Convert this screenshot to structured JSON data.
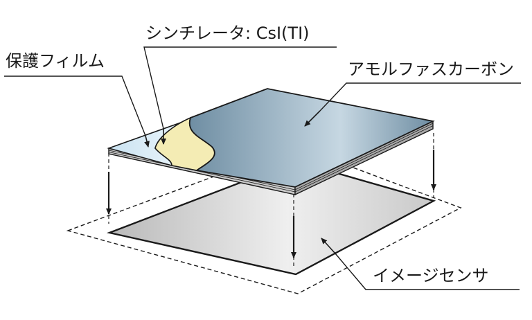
{
  "labels": {
    "scintillator": "シンチレータ: CsI(TI)",
    "protective_film": "保護フィルム",
    "amorphous_carbon": "アモルファスカーボン",
    "image_sensor": "イメージセンサ"
  },
  "colors": {
    "carbon_panel": "#7d9cb0",
    "carbon_highlight": "#c5d6e1",
    "scintillator": "#f4ecb4",
    "protective_film": "#d7eaf5",
    "sensor_surface": "#d7d7d7",
    "outline": "#1a1a1a"
  }
}
